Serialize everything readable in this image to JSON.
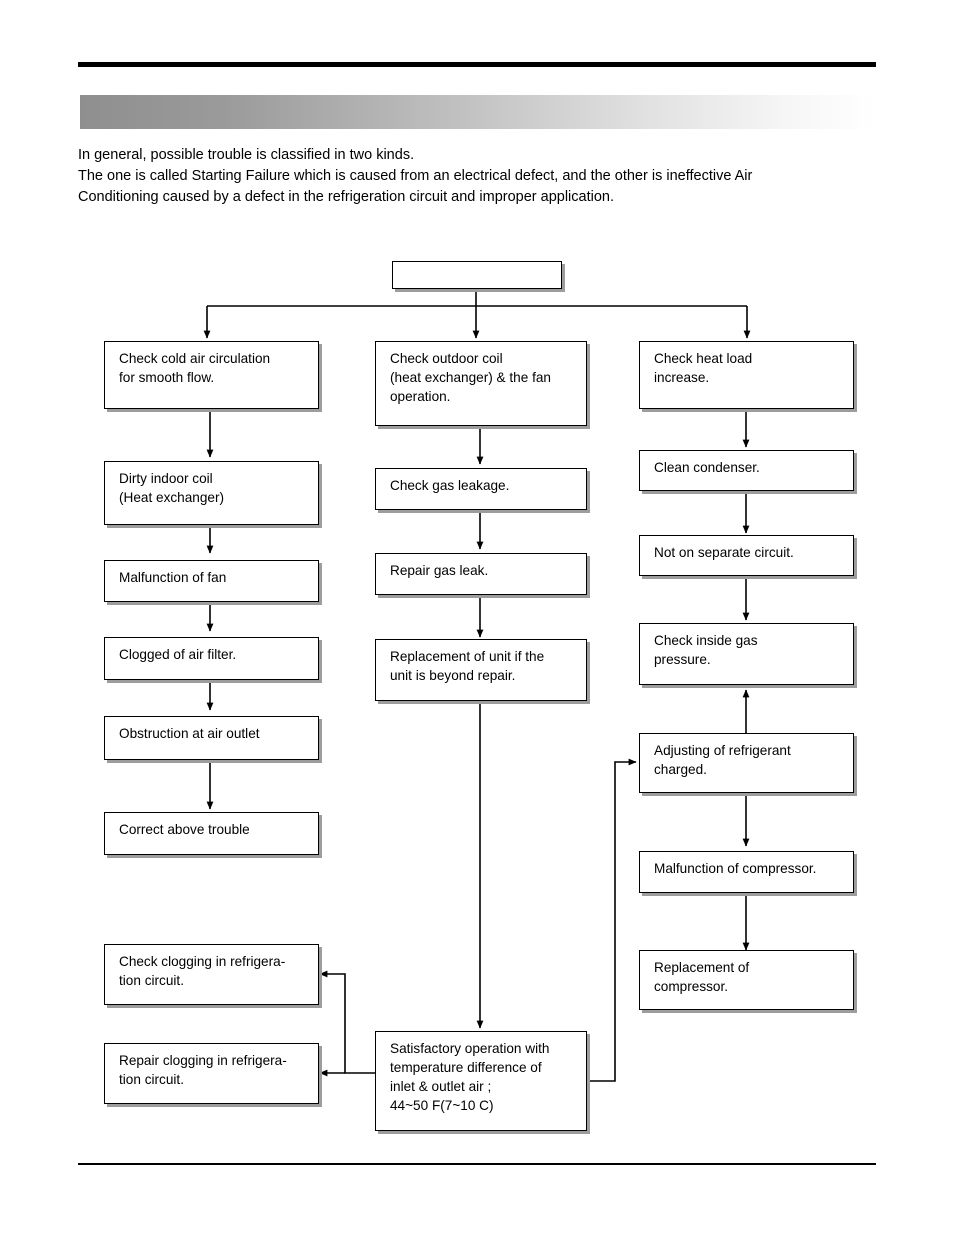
{
  "header": {
    "banner_title": ""
  },
  "intro": {
    "line1": "In general, possible trouble is classified in two kinds.",
    "line2": "The one is called Starting Failure which is caused from an electrical defect, and the other is ineffective Air",
    "line3": "Conditioning caused by a defect in the refrigeration circuit and improper application."
  },
  "flowchart": {
    "root": {
      "label": ""
    },
    "column_left": [
      {
        "id": "check-cold-air",
        "label": "Check cold  air circulation\n  for smooth flow."
      },
      {
        "id": "dirty-indoor-coil",
        "label": "Dirty indoor coil\n(Heat exchanger)"
      },
      {
        "id": "malfunction-of-fan",
        "label": "Malfunction of fan"
      },
      {
        "id": "clogged-air-filter",
        "label": "Clogged of air filter."
      },
      {
        "id": "obstruction-air-outlet",
        "label": "Obstruction at air outlet"
      },
      {
        "id": "correct-above-trouble",
        "label": "Correct above trouble"
      }
    ],
    "column_middle": [
      {
        "id": "check-outdoor-coil",
        "label": "Check outdoor coil\n(heat exchanger) & the fan\noperation."
      },
      {
        "id": "check-gas-leakage",
        "label": "Check gas leakage."
      },
      {
        "id": "repair-gas-leak",
        "label": "Repair gas leak."
      },
      {
        "id": "replacement-of-unit",
        "label": "Replacement of unit if the\nunit is beyond repair."
      }
    ],
    "column_right": [
      {
        "id": "check-heat-load",
        "label": "Check heat load\nincrease."
      },
      {
        "id": "clean-condenser",
        "label": "Clean condenser."
      },
      {
        "id": "not-on-separate-circuit",
        "label": "Not on separate circuit."
      },
      {
        "id": "check-inside-gas-pressure",
        "label": "Check inside gas\npressure."
      },
      {
        "id": "adjusting-refrigerant",
        "label": "Adjusting of refrigerant\ncharged."
      },
      {
        "id": "malfunction-of-compressor",
        "label": "Malfunction of compressor."
      },
      {
        "id": "replacement-of-compressor",
        "label": "Replacement of\ncompressor."
      }
    ],
    "bottom_left": [
      {
        "id": "check-clogging",
        "label": "Check clogging in refrigera-\ntion circuit."
      },
      {
        "id": "repair-clogging",
        "label": "Repair clogging in refrigera-\ntion circuit."
      }
    ],
    "bottom_center": {
      "id": "satisfactory-operation",
      "label": "Satisfactory operation with\ntemperature difference of\ninlet & outlet air ;\n44~50  F(7~10  C)"
    }
  }
}
